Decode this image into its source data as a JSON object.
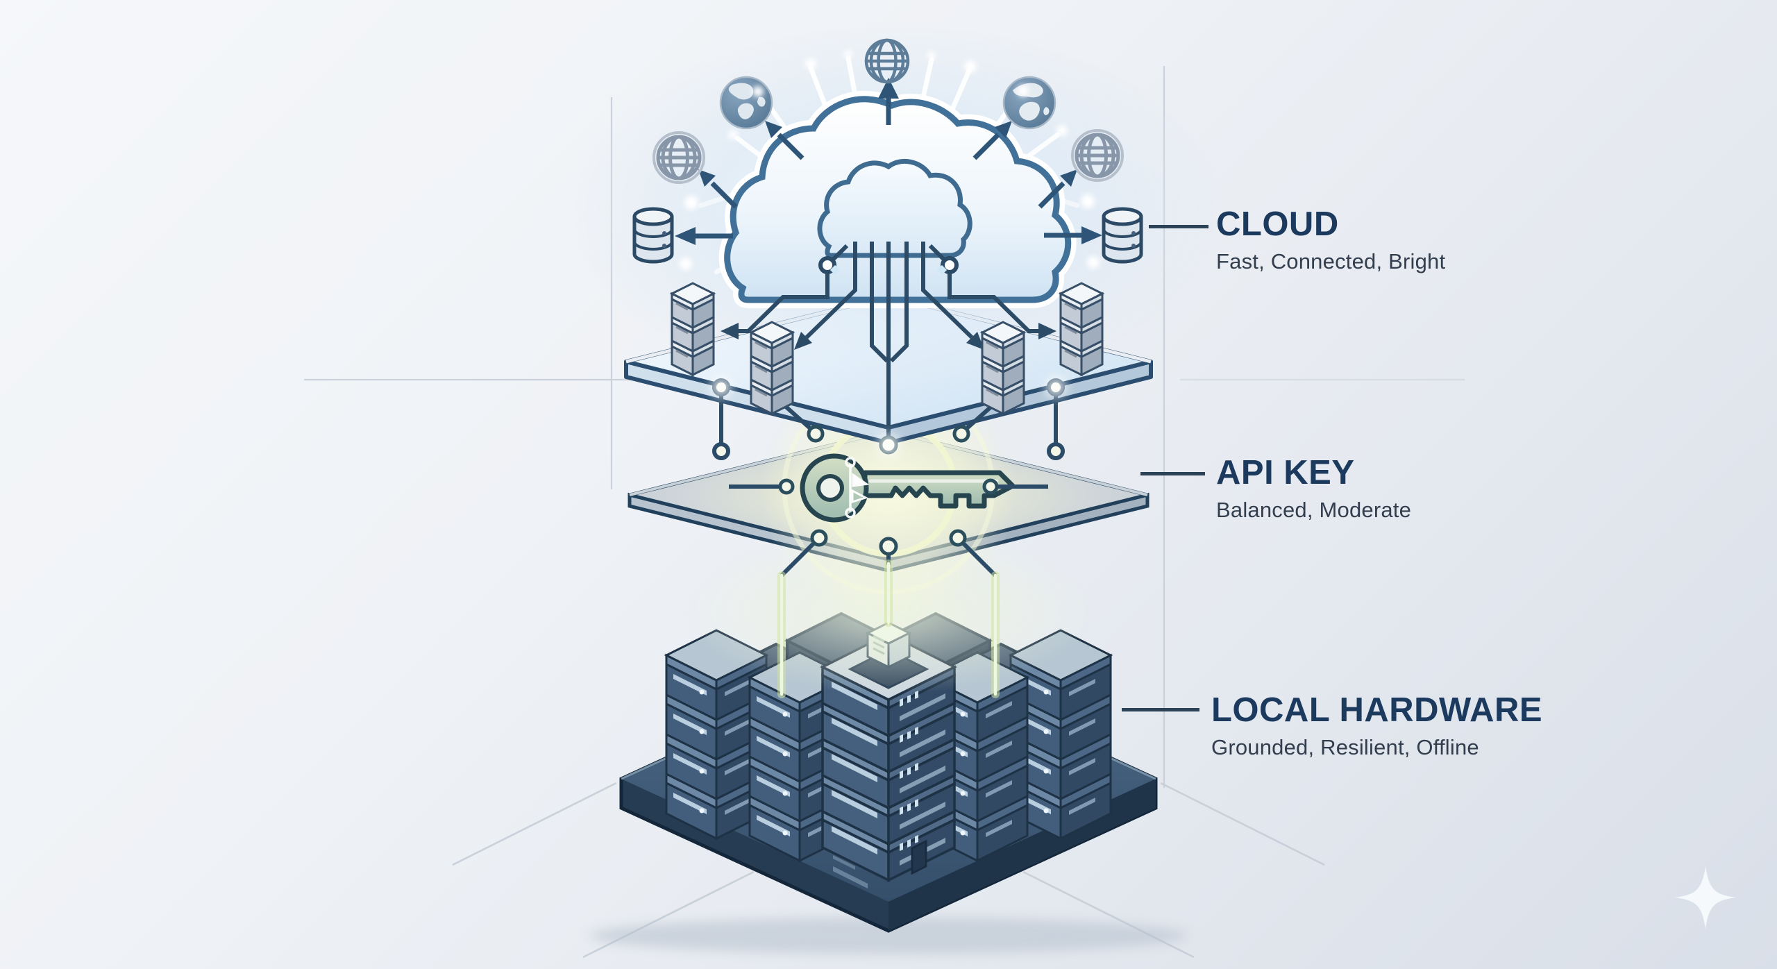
{
  "layers": [
    {
      "id": "cloud",
      "title": "CLOUD",
      "subtitle": "Fast, Connected, Bright"
    },
    {
      "id": "api_key",
      "title": "API KEY",
      "subtitle": "Balanced, Moderate"
    },
    {
      "id": "local_hardware",
      "title": "LOCAL HARDWARE",
      "subtitle": "Grounded, Resilient, Offline"
    }
  ],
  "icons": [
    "big-cloud-icon",
    "inner-cloud-icon",
    "globe-grid-icon",
    "earth-globe-icon",
    "database-cylinder-icon",
    "key-icon",
    "server-stack-icon",
    "server-tower-icon",
    "arrow-icon",
    "circuit-node-icon",
    "sparkle-icon"
  ],
  "colors": {
    "background": "#edf1f5",
    "background_dark_corner": "#d9dfe8",
    "label_title": "#1c3a5e",
    "label_subtitle": "#323e4e",
    "connector_line": "#2b4257",
    "cloud_outline": "#3f6f99",
    "circuit_navy": "#2b4b66",
    "platform_white_top": "#e8f2fa",
    "platform_gray_top": "#ccd3d9",
    "key_glow": "#f3f6d8",
    "key_fill": "#a9c2b4",
    "key_outline": "#27454f",
    "green_light": "#cfe49f",
    "hardware_face": "#435e7c",
    "hardware_base": "#3a5471",
    "faint_guide_line": "#c6cdd7"
  }
}
